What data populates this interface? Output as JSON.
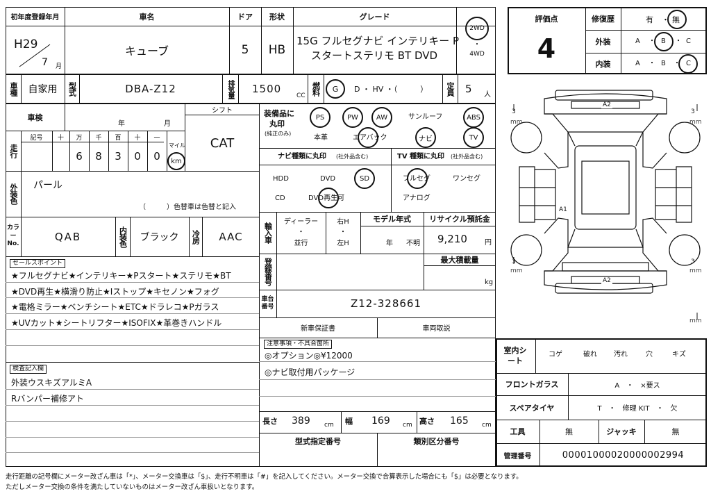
{
  "header": {
    "first_reg_label": "初年度登録年月",
    "era_year": "H29",
    "month": "7",
    "month_unit": "月",
    "car_name_label": "車名",
    "car_name": "キューブ",
    "door_label": "ドア",
    "doors": "5",
    "shape_label": "形状",
    "shape": "HB",
    "grade_label": "グレード",
    "grade_line1": "15G フルセグナビ インテリキー P",
    "grade_line2": "スタートステリモ BT DVD",
    "drive_2wd": "2WD",
    "drive_dot": "・",
    "drive_4wd": "4WD",
    "score_label": "評価点",
    "score": "4",
    "repair_label": "修復歴",
    "repair_yes": "有",
    "repair_dot": "・",
    "repair_no": "無",
    "exterior_label": "外装",
    "interior_label": "内装",
    "grade_a": "A",
    "grade_b": "B",
    "grade_c": "C",
    "grade_sep": "・"
  },
  "row2": {
    "usage_label": "車種",
    "usage": "自家用",
    "model_label": "型式",
    "model": "DBA-Z12",
    "displacement_label": "排気量",
    "displacement": "1500",
    "cc": "CC",
    "fuel_label": "燃料",
    "fuel_g": "G",
    "fuel_rest": "D ・ HV ・（　　　）",
    "capacity_label": "定員",
    "capacity": "5",
    "capacity_unit": "人"
  },
  "inspection": {
    "label": "車検",
    "year": "年",
    "month": "月",
    "shift_label": "シフト",
    "shift": "CAT",
    "mileage_label": "走行",
    "digit_headers": [
      "記号",
      "十",
      "万",
      "千",
      "百",
      "十",
      "一"
    ],
    "digits": [
      "",
      "",
      "6",
      "8",
      "3",
      "0",
      "0"
    ],
    "mile_label": "マイル",
    "km_label": "km"
  },
  "color": {
    "exterior_label": "外装色",
    "exterior": "パール",
    "change_note": "（　　　）色替車は色替と記入",
    "color_no_label": "カラーNo.",
    "color_no": "QAB",
    "interior_label": "内装色",
    "interior": "ブラック",
    "ac_label": "冷房",
    "ac": "AAC"
  },
  "sales": {
    "label": "セールスポイント",
    "lines": [
      "★フルセグナビ★インテリキー★Pスタート★ステリモ★BT",
      "★DVD再生★横滑り防止★Iストップ★キセノン★フォグ",
      "★電格ミラー★ベンチシート★ETC★ドラレコ★Pガラス",
      "★UVカット★シートリフター★ISOFIX★革巻きハンドル"
    ]
  },
  "inspector": {
    "label": "検査記入欄",
    "lines": [
      "外装ウスキズアルミA",
      "Rバンパー補修アト"
    ]
  },
  "equipment": {
    "label_line1": "装備品に",
    "label_line2": "丸印",
    "label_line3": "(純正のみ)",
    "items": [
      "PS",
      "PW",
      "AW",
      "サンルーフ",
      "ABS",
      "本革",
      "エアバック",
      "ナビ",
      "TV"
    ],
    "nav_label": "ナビ種類に丸印",
    "nav_note": "(社外品含む)",
    "nav_items": [
      "HDD",
      "DVD",
      "SD",
      "CD",
      "DVD再生可"
    ],
    "tv_label": "TV 種類に丸印",
    "tv_note": "(社外品含む)",
    "tv_items": [
      "フルセグ",
      "ワンセグ",
      "アナログ"
    ]
  },
  "import": {
    "label": "輸入車",
    "dealer": "ディーラー",
    "dot": "・",
    "parallel": "並行",
    "right": "右H",
    "left": "左H",
    "model_year_label": "モデル年式",
    "year_unit": "年",
    "unknown": "不明",
    "recycle_label": "リサイクル預託金",
    "recycle": "9,210",
    "yen": "円",
    "reg_no_label": "登録番号",
    "max_load_label": "最大積載量",
    "kg": "kg",
    "chassis_label": "車台番号",
    "chassis": "Z12-328661",
    "warranty": "新車保証書",
    "manual": "車両取説",
    "notes_label": "注意事項・不具合箇所",
    "notes": [
      "◎オプション◎¥12000",
      "◎ナビ取付用パッケージ"
    ],
    "length_label": "長さ",
    "length": "389",
    "width_label": "幅",
    "width": "169",
    "height_label": "高さ",
    "height": "165",
    "cm": "cm",
    "type_desig_label": "型式指定番号",
    "category_label": "類別区分番号"
  },
  "diagram": {
    "mm": "mm",
    "three": "3",
    "a2_top": "A2",
    "a1": "A1",
    "a2_bottom": "A2"
  },
  "right_table": {
    "seat_label": "室内シート",
    "seat_items": [
      "コゲ",
      "破れ",
      "汚れ",
      "穴",
      "キズ"
    ],
    "glass_label": "フロントガラス",
    "glass_value": "A　・　×要ス",
    "spare_label": "スペアタイヤ",
    "spare_value": "T　・　修理 KIT　・　欠",
    "tools_label": "工具",
    "tools_value": "無",
    "jack_label": "ジャッキ",
    "jack_value": "無",
    "mgmt_label": "管理番号",
    "mgmt_value": "00001000020000002994"
  },
  "footer": {
    "line1": "走行距離の記号欄にメーター改ざん車は「*」、メーター交換車は「$」、走行不明車は「#」を記入してください。メーター交換で合算表示した場合にも「$」は必要となります。",
    "line2": "ただしメーター交換の条件を満たしていないものはメーター改ざん車扱いとなります。"
  }
}
